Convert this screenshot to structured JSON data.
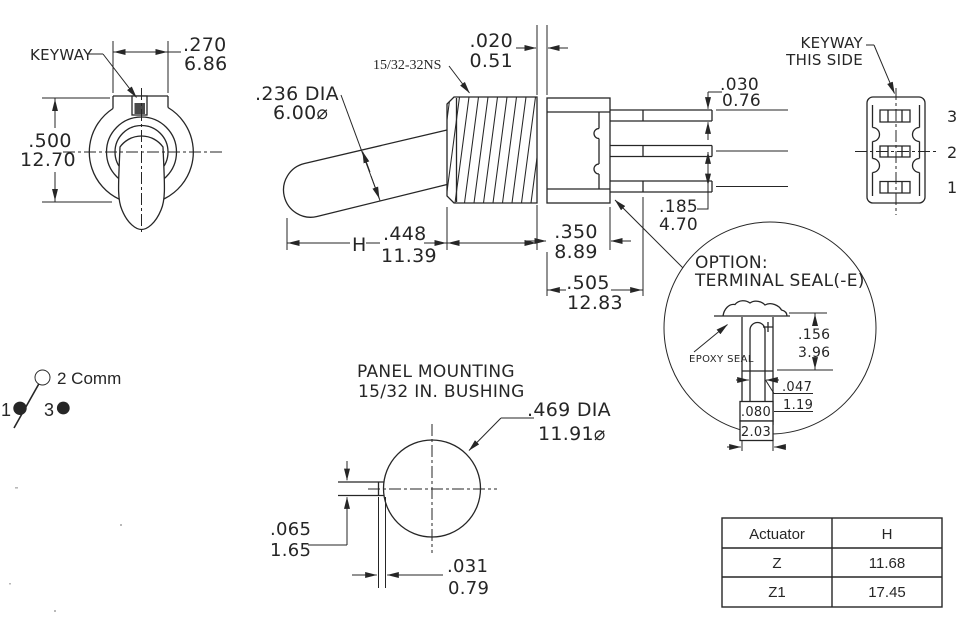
{
  "drawing": {
    "front": {
      "keyway_label": "KEYWAY",
      "dim270_in": ".270",
      "dim270_mm": "6.86",
      "dim500_in": ".500",
      "dim500_mm": "12.70"
    },
    "side": {
      "thread_spec": "15/32-32NS",
      "dim236_in": ".236 DIA",
      "dim236_mm": "6.00⌀",
      "dim020_in": ".020",
      "dim020_mm": "0.51",
      "dim030_in": ".030",
      "dim030_mm": "0.76",
      "dim185_in": ".185",
      "dim185_mm": "4.70",
      "dimH": "H",
      "dim448_in": ".448",
      "dim448_mm": "11.39",
      "dim350_in": ".350",
      "dim350_mm": "8.89",
      "dim505_in": ".505",
      "dim505_mm": "12.83"
    },
    "rear": {
      "keyway_note_1": "KEYWAY",
      "keyway_note_2": "THIS SIDE",
      "t3": "3",
      "t2": "2",
      "t1": "1"
    },
    "detail": {
      "title_1": "OPTION:",
      "title_2": "TERMINAL SEAL(-E)",
      "epoxy": "EPOXY SEAL",
      "dim156_in": ".156",
      "dim156_mm": "3.96",
      "dim047_in": ".047",
      "dim047_mm": "1.19",
      "dim080_in": ".080",
      "dim080_mm": "2.03"
    },
    "schematic": {
      "comm": "2 Comm",
      "t1": "1",
      "t3": "3"
    },
    "panel": {
      "title_1": "PANEL MOUNTING",
      "title_2": "15/32 IN. BUSHING",
      "dim469_in": ".469 DIA",
      "dim469_mm": "11.91⌀",
      "dim065_in": ".065",
      "dim065_mm": "1.65",
      "dim031_in": ".031",
      "dim031_mm": "0.79"
    }
  },
  "table": {
    "col1": "Actuator",
    "col2": "H",
    "rows": [
      [
        "Z",
        "11.68"
      ],
      [
        "Z1",
        "17.45"
      ]
    ]
  },
  "colors": {
    "ink": "#262626",
    "paper": "#ffffff"
  }
}
